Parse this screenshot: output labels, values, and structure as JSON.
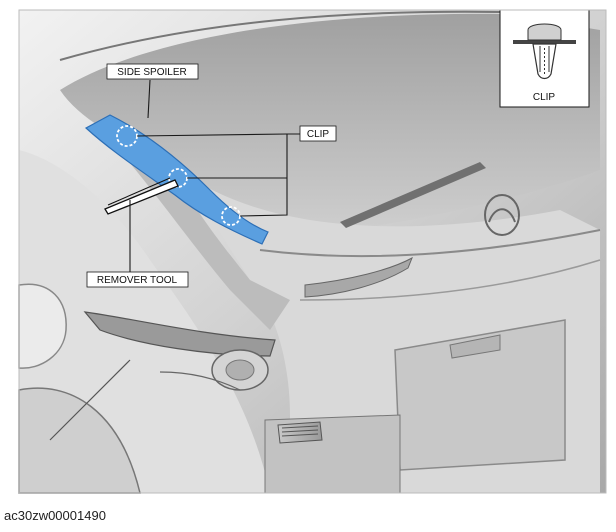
{
  "labels": {
    "side_spoiler": "SIDE SPOILER",
    "clip": "CLIP",
    "remover_tool": "REMOVER TOOL",
    "inset_clip": "CLIP"
  },
  "figure_id": "ac30zw00001490",
  "colors": {
    "highlight": "#5a9fe0",
    "body_light": "#e6e6e6",
    "body_mid": "#c4c4c4",
    "body_dark": "#8c8c8c",
    "frame": "#1a1a1a"
  }
}
